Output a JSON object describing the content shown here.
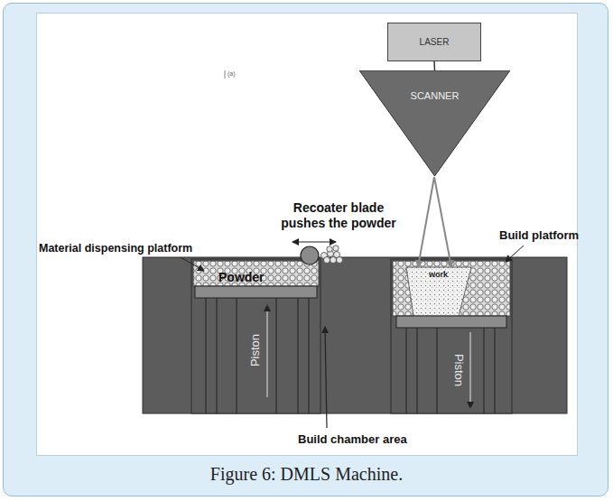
{
  "diagram": {
    "caption": "Figure 6: DMLS Machine.",
    "nodes": [
      {
        "text": [
          "LASER"
        ]
      },
      {
        "text": [
          "SCANNER"
        ]
      }
    ],
    "edges": [
      {
        "from": 0,
        "to": 1,
        "arrow": "none"
      }
    ],
    "labels": [
      "Recoater blade pushes the powder",
      "Material dispensing platform",
      "Build platform",
      "Powder",
      "work",
      "Piston",
      "Piston",
      "Build chamber area",
      "(a)"
    ]
  }
}
